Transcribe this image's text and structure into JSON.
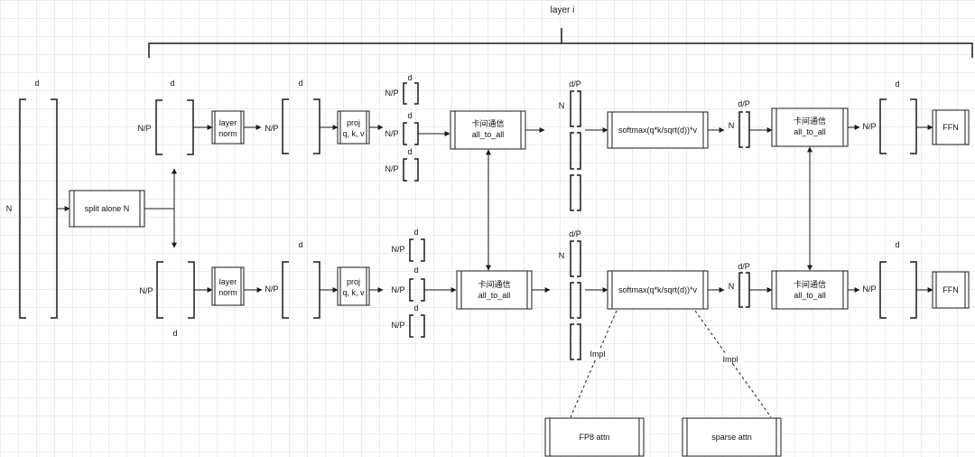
{
  "title": "layer i",
  "labels": {
    "d": "d",
    "N": "N",
    "NP": "N/P",
    "dP": "d/P",
    "impl": "Impl"
  },
  "boxes": {
    "split": "split alone N",
    "layer_norm": [
      "layer",
      "norm"
    ],
    "proj": [
      "proj",
      "q, k, v"
    ],
    "comm": [
      "卡间通信",
      "all_to_all"
    ],
    "softmax": "softmax(q*k/sqrt(d))*v",
    "ffn": "FFN",
    "fp8": "FP8 attn",
    "sparse": "sparse attn"
  },
  "colors": {
    "stroke": "#1a1a1a",
    "grid": "#ececec",
    "background": "#ffffff"
  }
}
